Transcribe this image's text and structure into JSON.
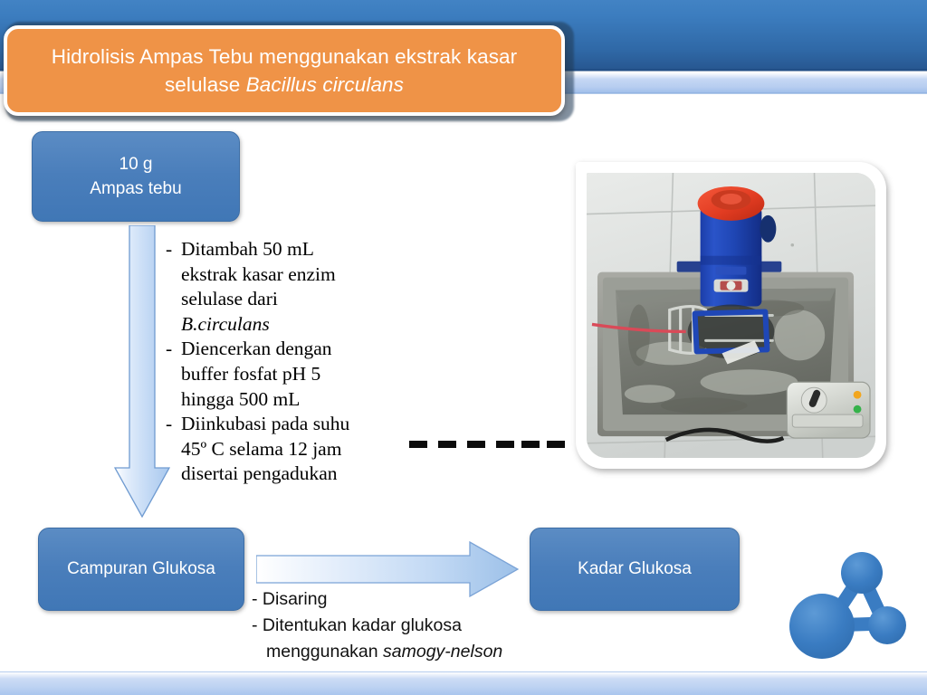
{
  "slide": {
    "title": {
      "line1": "Hidrolisis Ampas Tebu menggunakan ekstrak kasar",
      "line2_plain": "selulase ",
      "line2_italic": "Bacillus circulans"
    },
    "colors": {
      "banner_orange": "#ef9347",
      "box_blue": "#4a7ebb",
      "header_dark_blue": "#2f68a6",
      "header_light_blue": "#b7cdf0",
      "arrow_fill_light": "#eef4fc",
      "arrow_fill_blue": "#9cc0e8",
      "dash_black": "#0c0c0c",
      "molecule_blue": "#3a7cc2"
    }
  },
  "boxes": {
    "input": {
      "line1": "10 g",
      "line2": "Ampas tebu"
    },
    "mixture": {
      "label": "Campuran Glukosa"
    },
    "result": {
      "label": "Kadar Glukosa"
    }
  },
  "steps_middle": [
    {
      "bullet": "-",
      "line1": "Ditambah 50 mL",
      "line2": "ekstrak kasar enzim",
      "line3": "selulase dari",
      "line4_italic": "B.circulans"
    },
    {
      "bullet": "-",
      "line1": "Diencerkan dengan",
      "line2": "buffer fosfat pH 5",
      "line3": "hingga 500 mL"
    },
    {
      "bullet": "-",
      "line1": "Diinkubasi pada suhu",
      "line2": "45º C selama 12 jam",
      "line3": "disertai pengadukan"
    }
  ],
  "steps_bottom": {
    "row1": "- Disaring",
    "row2": "- Ditentukan kadar glukosa",
    "row3_plain": "menggunakan ",
    "row3_italic": "samogy-nelson"
  },
  "photo": {
    "caption_semantic": "overhead-stirrer-in-water-bath",
    "elements": [
      "blue overhead stirrer motor",
      "red motor cap",
      "stainless steel water bath",
      "stirrer impeller cage",
      "grey control box with black knob",
      "orange indicator lamp",
      "green indicator lamp",
      "white tiled floor",
      "black power cable"
    ]
  },
  "decor": {
    "dash_count": 6,
    "molecule_nodes": 3
  }
}
